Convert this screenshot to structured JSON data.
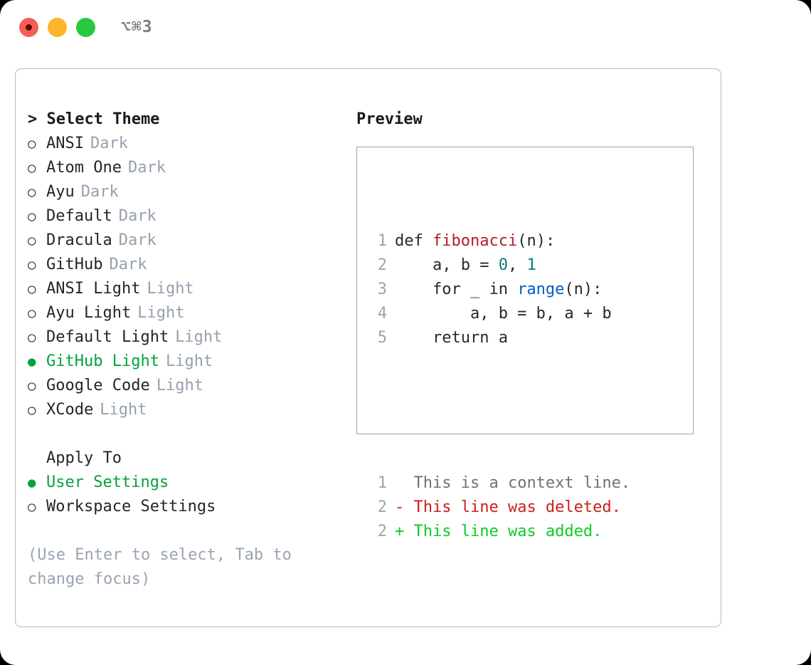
{
  "window": {
    "traffic_lights": [
      "close",
      "minimize",
      "maximize"
    ],
    "shortcut": "⌥⌘3"
  },
  "theme_picker": {
    "heading": "> Select Theme",
    "options": [
      {
        "bullet": "○",
        "name": "ANSI",
        "tag": "Dark",
        "selected": false
      },
      {
        "bullet": "○",
        "name": "Atom One",
        "tag": "Dark",
        "selected": false
      },
      {
        "bullet": "○",
        "name": "Ayu",
        "tag": "Dark",
        "selected": false
      },
      {
        "bullet": "○",
        "name": "Default",
        "tag": "Dark",
        "selected": false
      },
      {
        "bullet": "○",
        "name": "Dracula",
        "tag": "Dark",
        "selected": false
      },
      {
        "bullet": "○",
        "name": "GitHub",
        "tag": "Dark",
        "selected": false
      },
      {
        "bullet": "○",
        "name": "ANSI Light",
        "tag": "Light",
        "selected": false
      },
      {
        "bullet": "○",
        "name": "Ayu Light",
        "tag": "Light",
        "selected": false
      },
      {
        "bullet": "○",
        "name": "Default Light",
        "tag": "Light",
        "selected": false
      },
      {
        "bullet": "●",
        "name": "GitHub Light",
        "tag": "Light",
        "selected": true
      },
      {
        "bullet": "○",
        "name": "Google Code",
        "tag": "Light",
        "selected": false
      },
      {
        "bullet": "○",
        "name": "XCode",
        "tag": "Light",
        "selected": false
      }
    ]
  },
  "apply_to": {
    "title": "Apply To",
    "options": [
      {
        "bullet": "●",
        "name": "User Settings",
        "selected": true
      },
      {
        "bullet": "○",
        "name": "Workspace Settings",
        "selected": false
      }
    ]
  },
  "hint": "(Use Enter to select, Tab to change focus)",
  "preview": {
    "title": "Preview",
    "code_lines": [
      {
        "n": "1",
        "segments": [
          {
            "t": "def ",
            "c": "plain"
          },
          {
            "t": "fibonacci",
            "c": "func"
          },
          {
            "t": "(n):",
            "c": "plain"
          }
        ]
      },
      {
        "n": "2",
        "segments": [
          {
            "t": "    a, b = ",
            "c": "plain"
          },
          {
            "t": "0",
            "c": "num"
          },
          {
            "t": ", ",
            "c": "plain"
          },
          {
            "t": "1",
            "c": "num"
          }
        ]
      },
      {
        "n": "3",
        "segments": [
          {
            "t": "    for _ in ",
            "c": "plain"
          },
          {
            "t": "range",
            "c": "kw"
          },
          {
            "t": "(n):",
            "c": "plain"
          }
        ]
      },
      {
        "n": "4",
        "segments": [
          {
            "t": "        a, b = b, a + b",
            "c": "plain"
          }
        ]
      },
      {
        "n": "5",
        "segments": [
          {
            "t": "    return a",
            "c": "plain"
          }
        ]
      }
    ],
    "diff_lines": [
      {
        "n": "1",
        "marker": "  ",
        "text": "This is a context line.",
        "kind": "ctx"
      },
      {
        "n": "2",
        "marker": "- ",
        "text": "This line was deleted.",
        "kind": "del"
      },
      {
        "n": "2",
        "marker": "+ ",
        "text": "This line was added.",
        "kind": "add"
      }
    ]
  },
  "colors": {
    "accent_green": "#06a23e",
    "diff_added": "#0ccc24",
    "diff_deleted": "#cc1f1a",
    "muted": "#96a0ae",
    "func": "#b31d28",
    "keyword": "#005cc5",
    "number": "#0a7c7c"
  }
}
